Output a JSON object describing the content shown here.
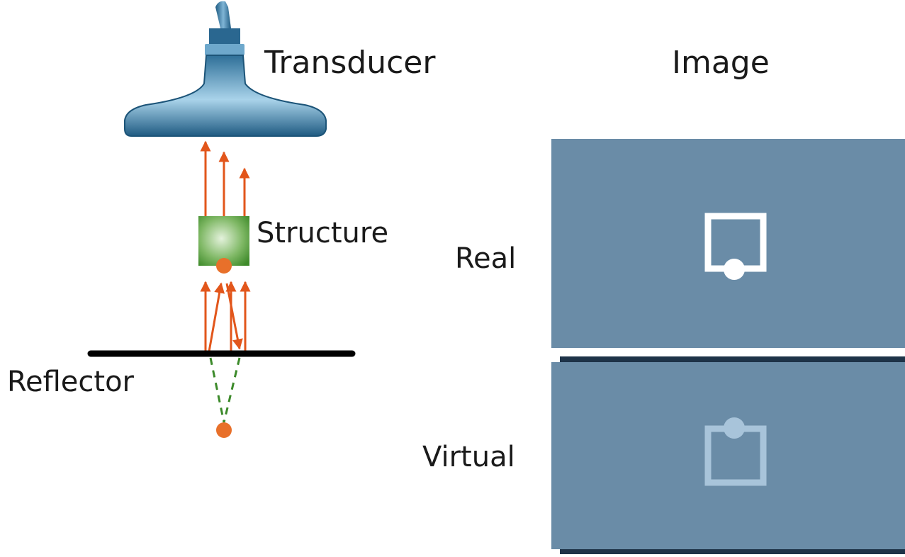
{
  "labels": {
    "transducer": "Transducer",
    "image": "Image",
    "structure": "Structure",
    "real": "Real",
    "reflector": "Reflector",
    "virtual": "Virtual"
  },
  "colors": {
    "transducer_dark": "#1f5b82",
    "transducer_light": "#8fc0dd",
    "arrow": "#e2561b",
    "structure_dark": "#3e8a2a",
    "structure_light": "#d9eccf",
    "reflector": "#000000",
    "point": "#e8702a",
    "virtual_path": "#3c8a2a",
    "panel": "#6a8ca7",
    "panel_shadow": "#1e3348",
    "real_marker": "#ffffff",
    "virtual_marker": "#a8c4da"
  }
}
